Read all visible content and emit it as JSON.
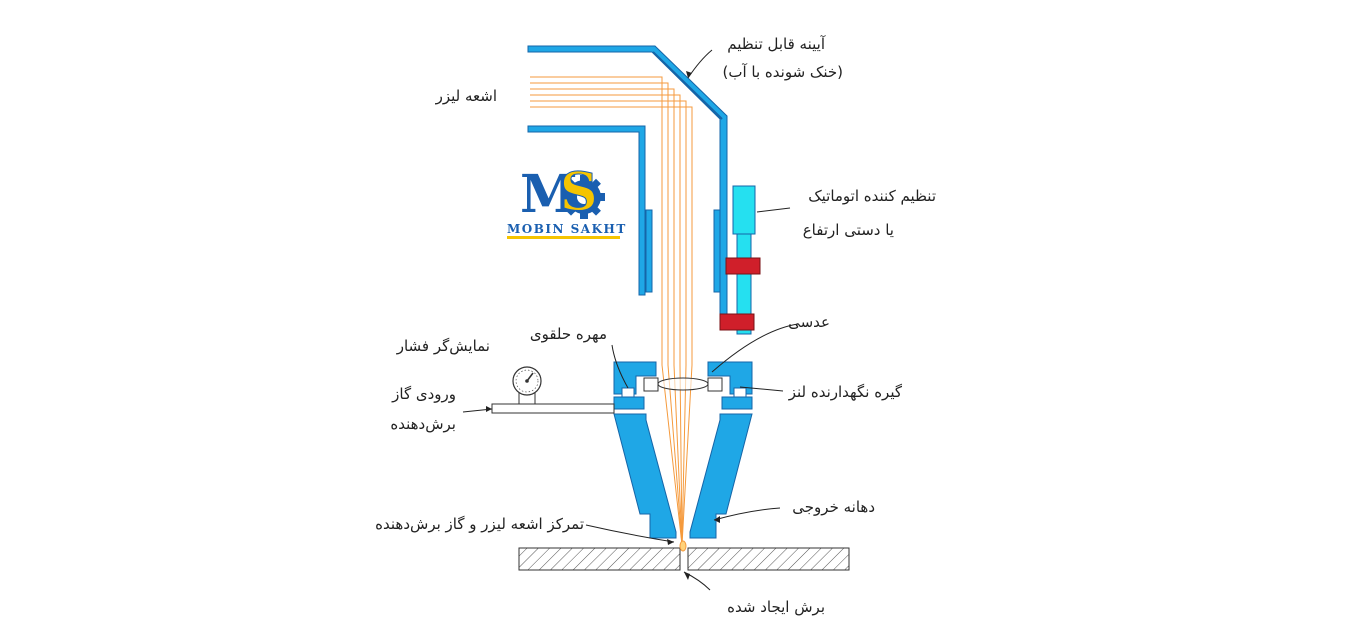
{
  "labels": {
    "mirror_line1": "آیینه قابل تنظیم",
    "mirror_line2": "(خنک شونده با آب)",
    "laser_beam": "اشعه لیزر",
    "height_line1": "تنظیم کننده اتوماتیک",
    "height_line2": "یا دستی ارتفاع",
    "lens": "عدسی",
    "ring_nut": "مهره حلقوی",
    "pressure_gauge": "نمایش‌گر فشار",
    "gas_line1": "ورودی گاز",
    "gas_line2": "برش‌دهنده",
    "lens_holder": "گیره نگهدارنده لنز",
    "nozzle": "دهانه خروجی",
    "focus": "تمرکز اشعه لیزر و گاز برش‌دهنده",
    "kerf": "برش ایجاد شده"
  },
  "logo": {
    "letters": "MS",
    "text": "MOBIN SAKHT"
  },
  "colors": {
    "body": "#1fa7e6",
    "outline": "#1565a8",
    "laser": "#f59a3c",
    "actuator": "#25e0f0",
    "clamp": "#d01f2a",
    "logo_blue": "#1a5fb0",
    "logo_yellow": "#f5c400"
  }
}
